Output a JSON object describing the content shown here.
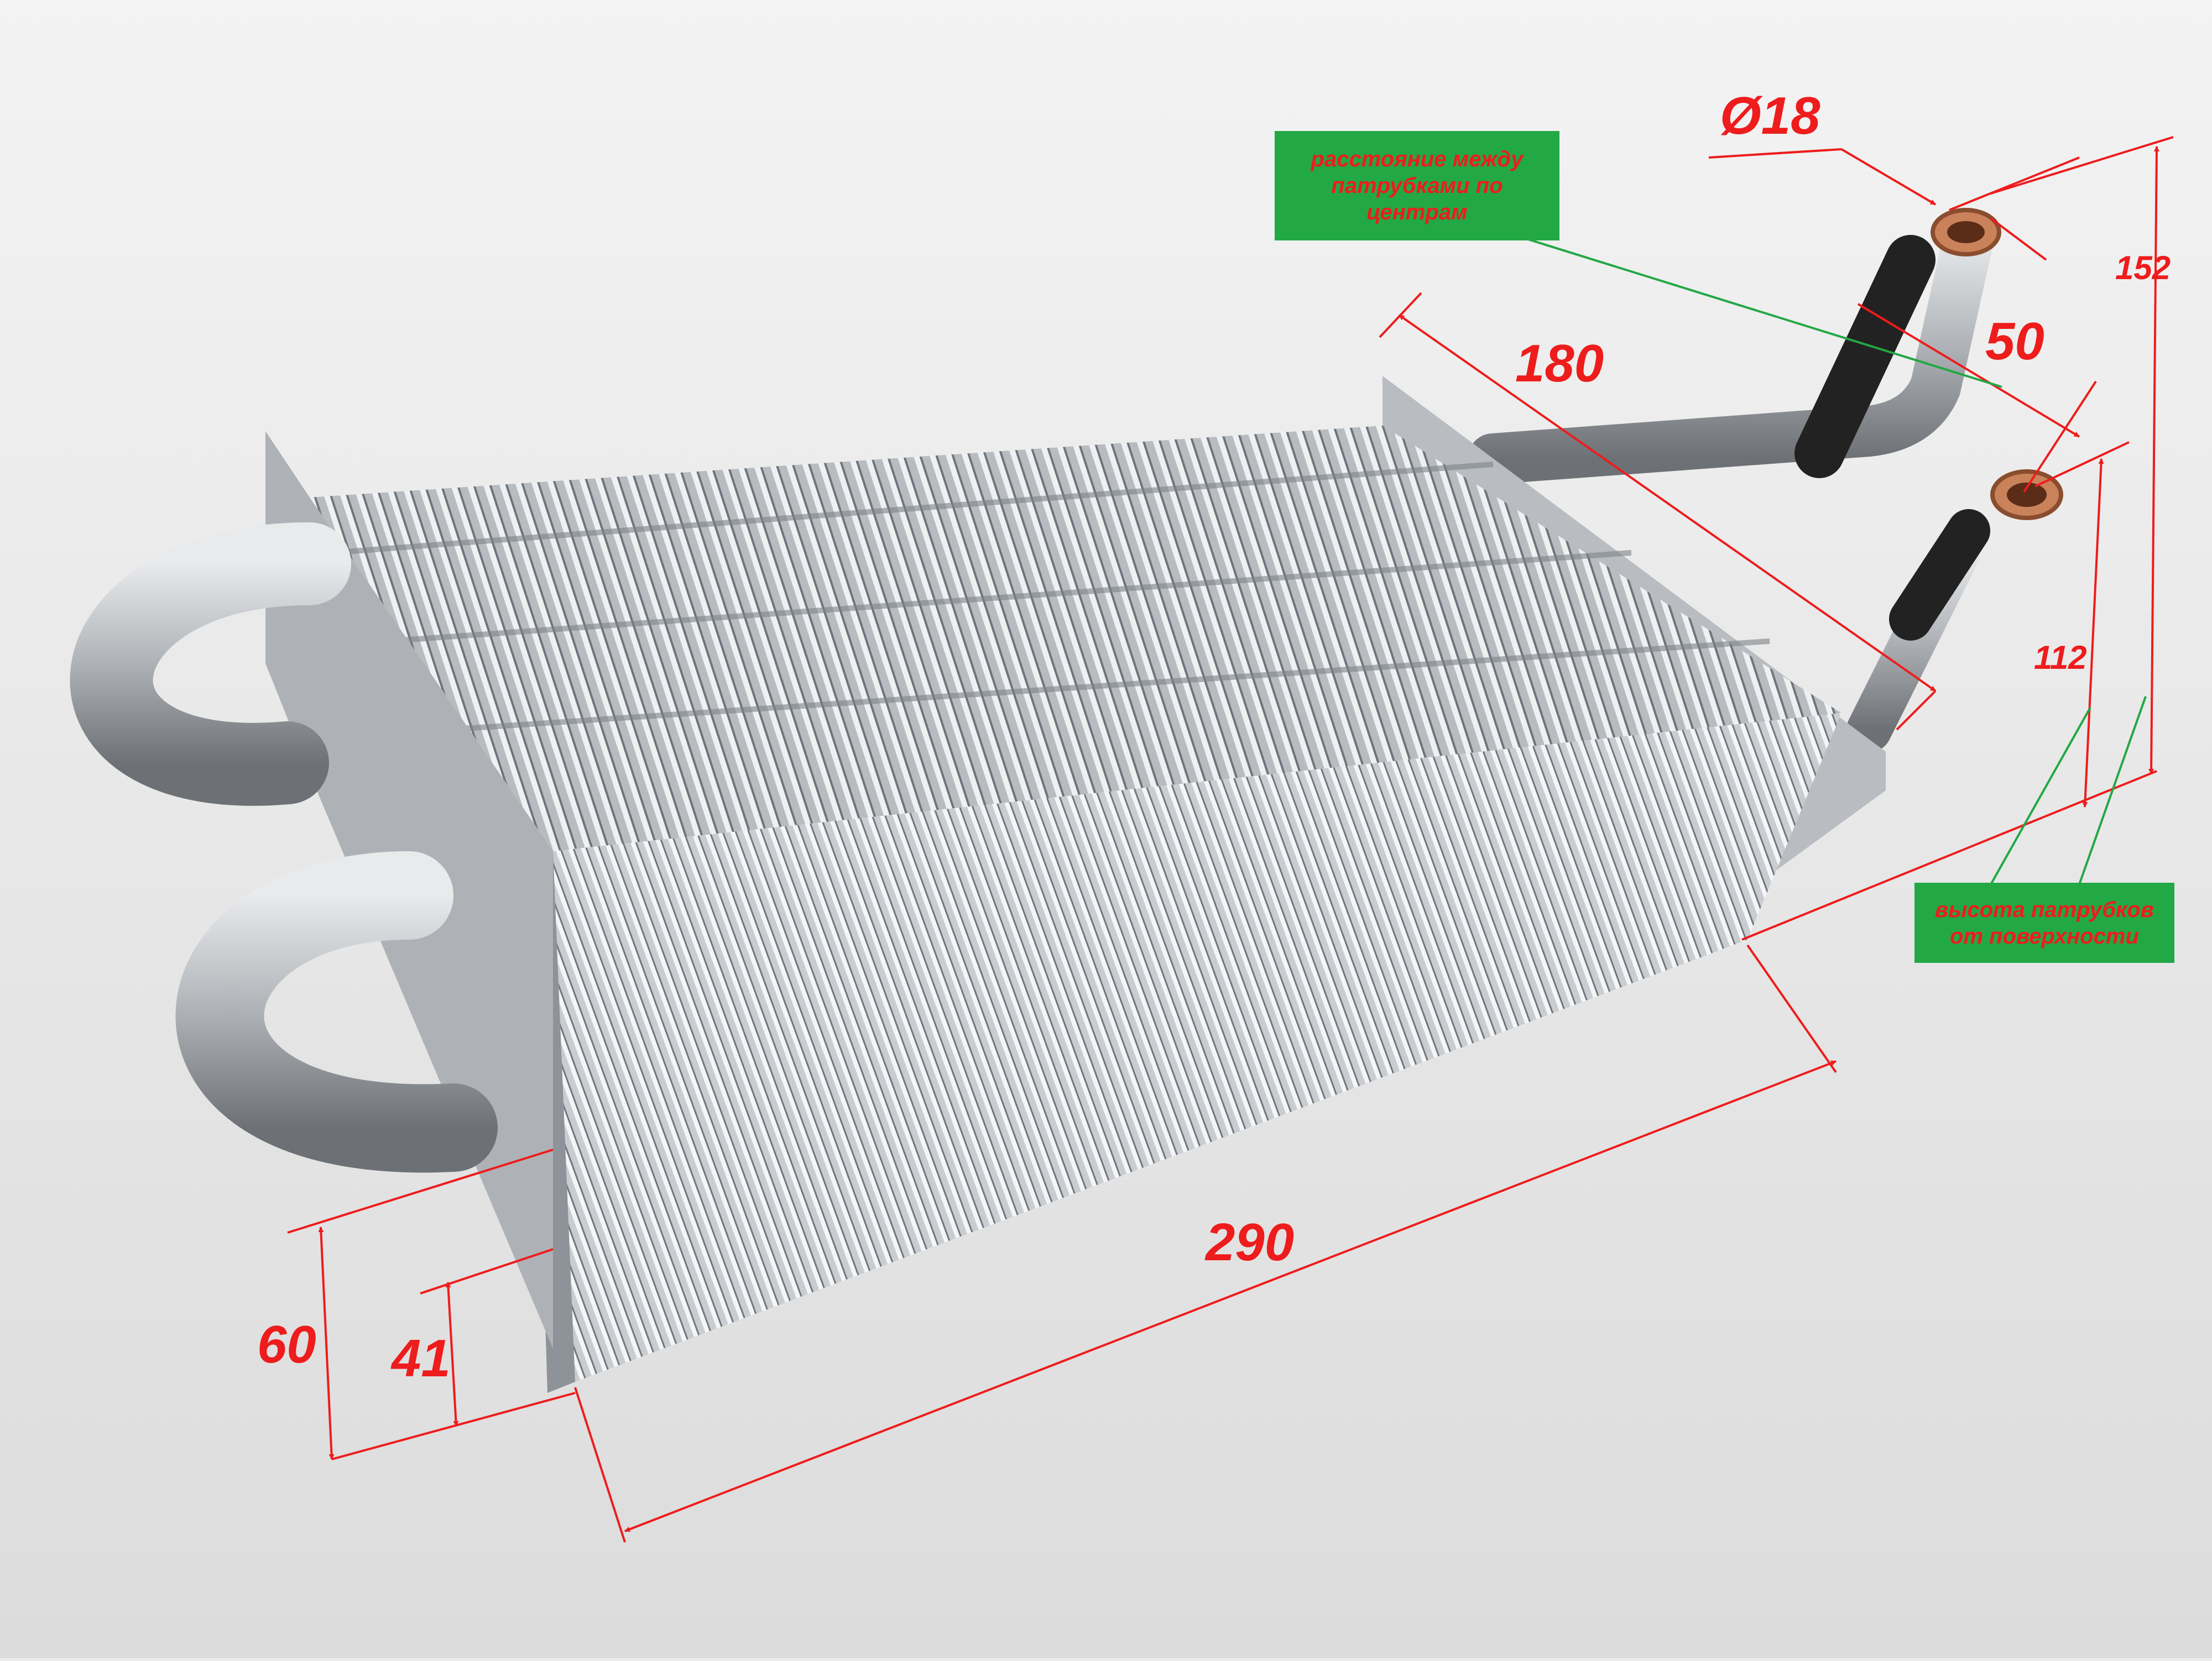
{
  "dimensions": {
    "pipe_diameter": "Ø18",
    "width": "180",
    "pipe_spacing": "50",
    "height_outer_pipe": "152",
    "height_inner_pipe": "112",
    "length": "290",
    "total_height": "60",
    "body_height": "41"
  },
  "notes": {
    "centers": [
      "расстояние между",
      "патрубками по",
      "центрам"
    ],
    "pipe_height": [
      "высота патрубков",
      "от поверхности"
    ]
  },
  "colors": {
    "dimension_lines": "#ee1c1c",
    "note_background": "#22a845",
    "note_leader": "#22a845",
    "background": "#ececec"
  }
}
